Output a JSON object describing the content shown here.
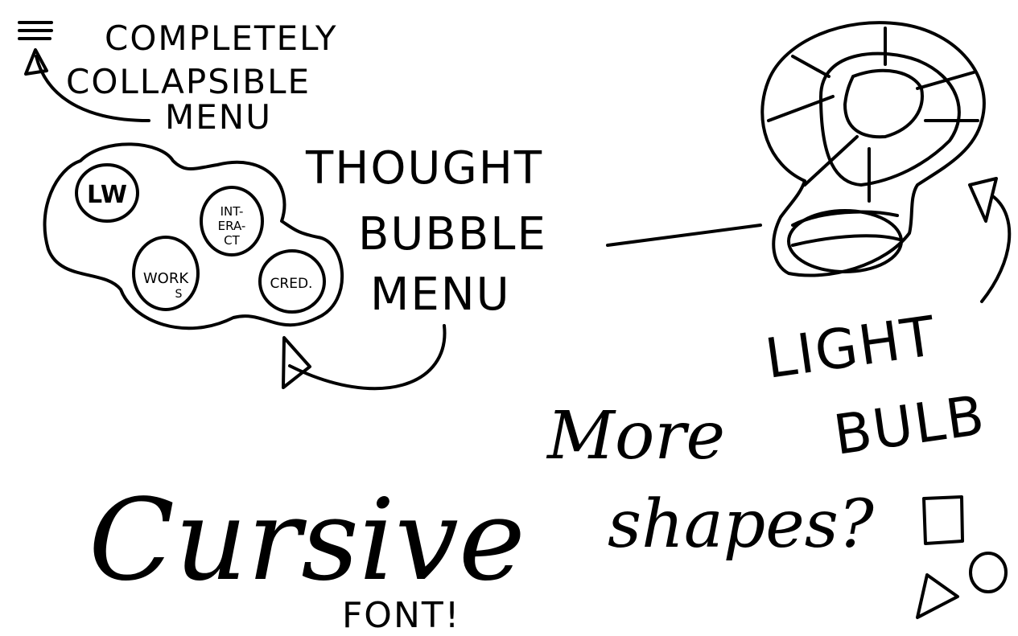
{
  "menu_note": {
    "lines": [
      "COMPLETELY",
      "COLLAPSIBLE",
      "MENU"
    ],
    "icon": "hamburger-menu-icon"
  },
  "bubble_menu": {
    "items": [
      {
        "label": "LW",
        "icon": "logo-icon"
      },
      {
        "label": "INTER-ACT",
        "display": [
          "INT-",
          "ERA-",
          "CT"
        ]
      },
      {
        "label": "WORKS",
        "display": [
          "WORK",
          "S"
        ]
      },
      {
        "label": "CRED.",
        "display": [
          "CRED."
        ]
      }
    ],
    "caption": [
      "THOUGHT",
      "BUBBLE",
      "MENU"
    ]
  },
  "light_bulb": {
    "caption": [
      "LIGHT",
      "BULB"
    ]
  },
  "notes": {
    "more_shapes": [
      "More",
      "shapes?"
    ],
    "shape_icons": [
      "square-icon",
      "triangle-icon",
      "circle-icon"
    ],
    "cursive": "Cursive",
    "font_label": "FONT!"
  }
}
